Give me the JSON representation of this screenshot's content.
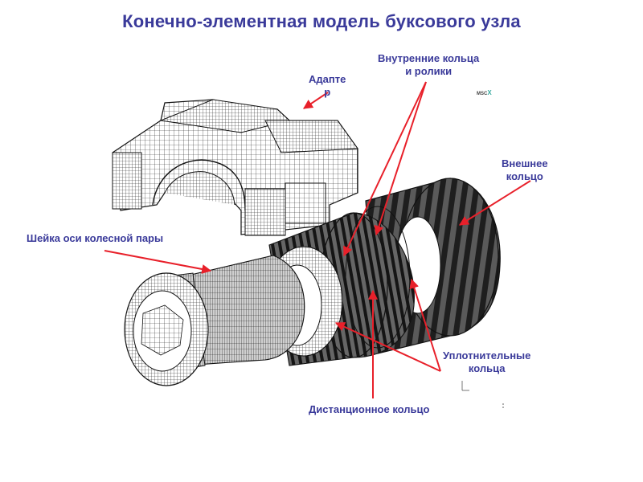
{
  "title": "Конечно-элементная модель буксового узла",
  "labels": {
    "adapter_line1": "Адапте",
    "adapter_line2": "р",
    "inner_rings_line1": "Внутренние кольца",
    "inner_rings_line2": "и ролики",
    "outer_ring_line1": "Внешнее",
    "outer_ring_line2": "кольцо",
    "axle_journal": "Шейка оси колесной пары",
    "seal_rings_line1": "Уплотнительные",
    "seal_rings_line2": "кольца",
    "spacer_ring": "Дистанционное кольцо"
  },
  "logo": {
    "text": "MSC",
    "mark": "X"
  },
  "colors": {
    "title": "#3a3a9a",
    "label": "#3a3a9a",
    "arrow": "#e8202a",
    "mesh": "#1a1a1a"
  }
}
